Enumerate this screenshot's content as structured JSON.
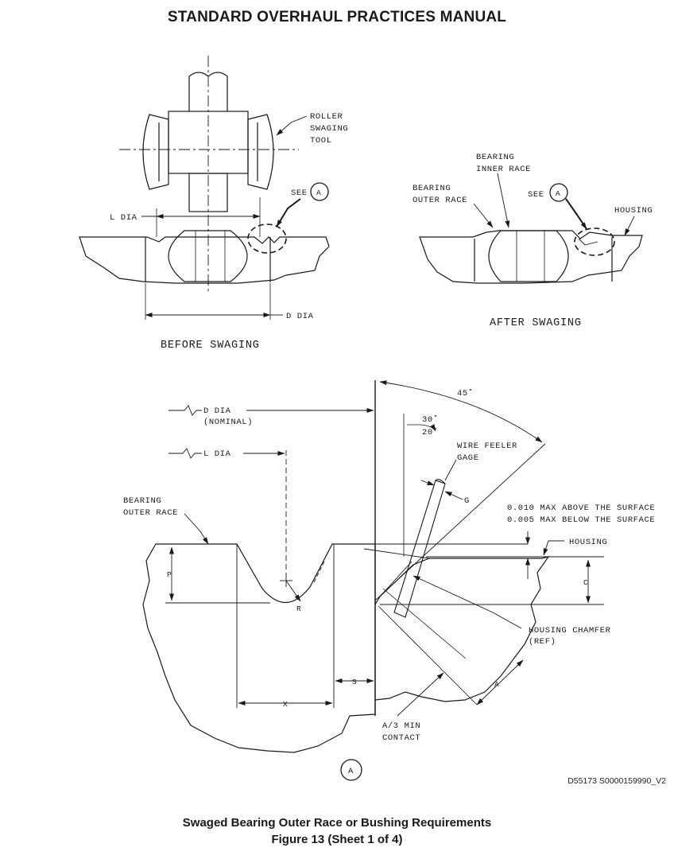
{
  "header": {
    "title": "STANDARD OVERHAUL PRACTICES MANUAL"
  },
  "before": {
    "roller_tool": [
      "ROLLER",
      "SWAGING",
      "TOOL"
    ],
    "see": "SEE",
    "detail": "A",
    "l_dia": "L DIA",
    "d_dia": "D DIA",
    "caption": "BEFORE SWAGING"
  },
  "after": {
    "inner_race": [
      "BEARING",
      "INNER RACE"
    ],
    "outer_race": [
      "BEARING",
      "OUTER RACE"
    ],
    "see": "SEE",
    "detail": "A",
    "housing": "HOUSING",
    "caption": "AFTER SWAGING"
  },
  "detail": {
    "d_dia": "D DIA",
    "nominal": "(NOMINAL)",
    "l_dia": "L DIA",
    "angle_45": "45˚",
    "angle_30": "30˚",
    "angle_20": "20˚",
    "feeler": [
      "WIRE FEELER",
      "GAGE"
    ],
    "g": "G",
    "outer_race": [
      "BEARING",
      "OUTER RACE"
    ],
    "tol_above": "0.010 MAX ABOVE THE SURFACE",
    "tol_below": "0.005 MAX BELOW THE SURFACE",
    "housing": "HOUSING",
    "p": "P",
    "r": "R",
    "c": "C",
    "chamfer": [
      "HOUSING CHAMFER",
      "(REF)"
    ],
    "a": "A",
    "s": "S",
    "x": "X",
    "contact": [
      "A/3 MIN",
      "CONTACT"
    ],
    "label": "A"
  },
  "footer": {
    "drawing_ref": "D55173 S0000159990_V2",
    "title": "Swaged Bearing Outer Race or Bushing Requirements",
    "figure": "Figure 13  (Sheet 1 of 4)"
  }
}
